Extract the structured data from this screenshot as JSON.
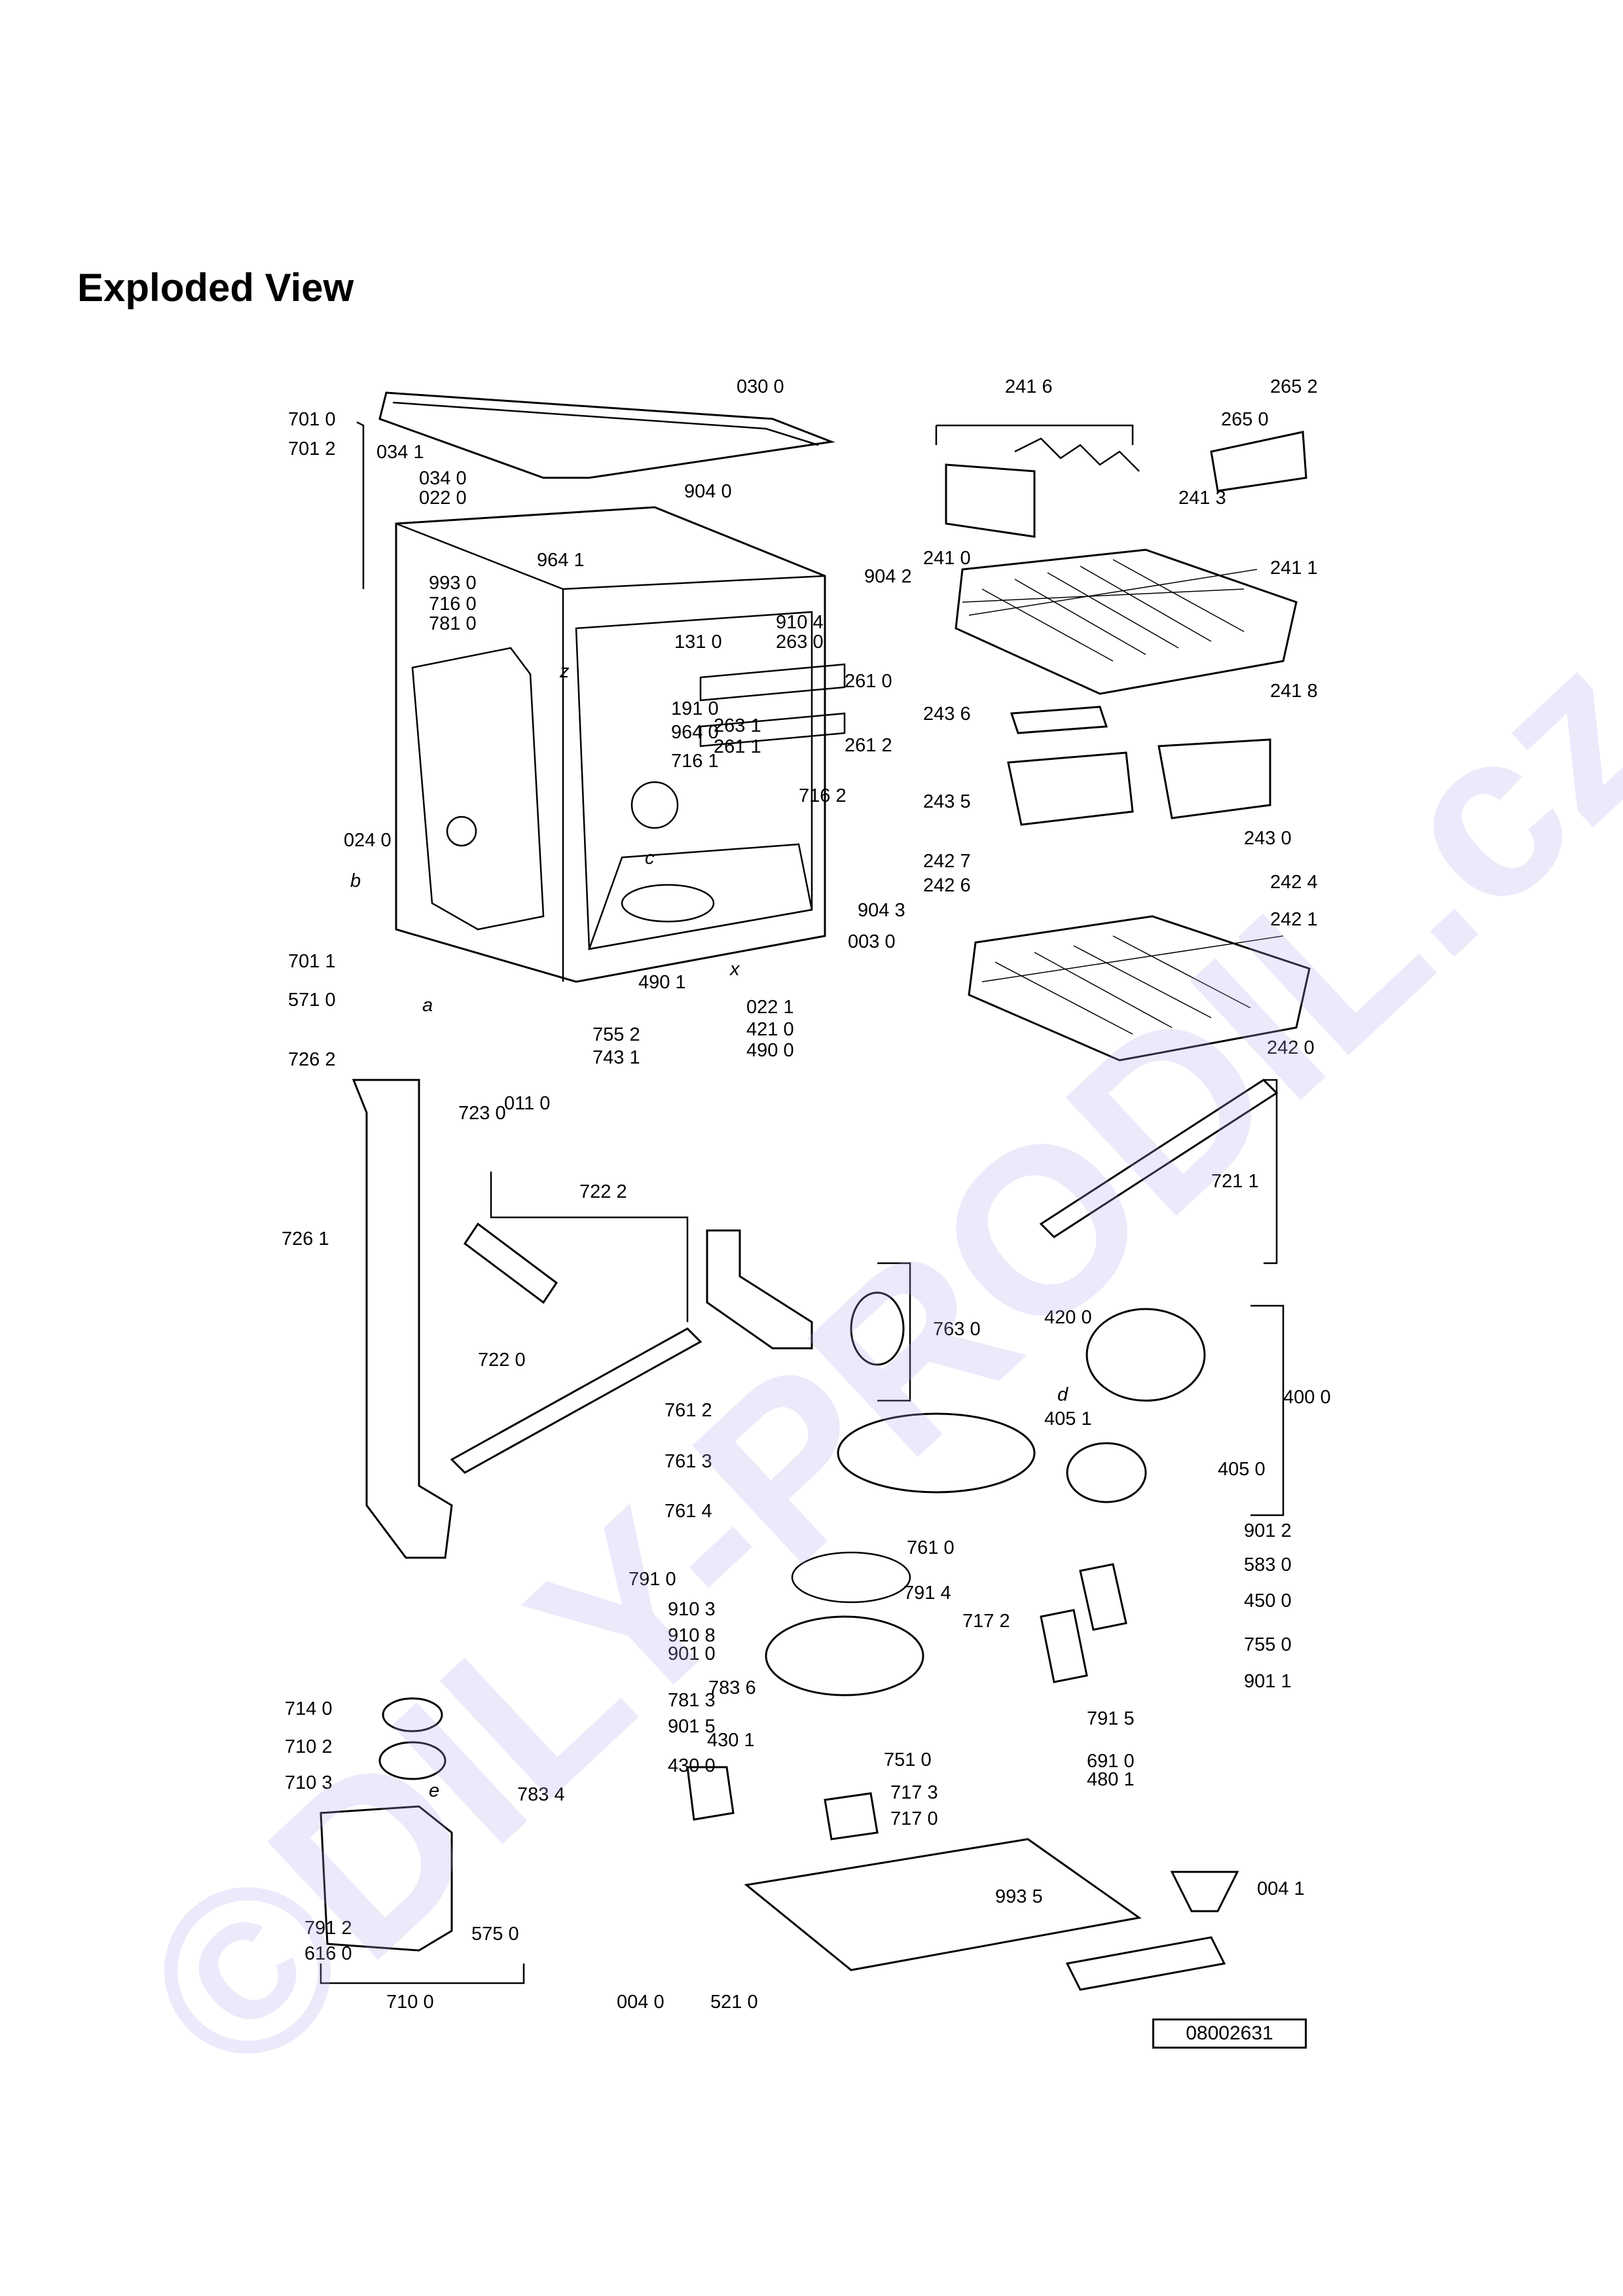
{
  "page_title": "Exploded View",
  "document_number": "08002631",
  "watermark_text": "©DILY-PRODIL.cz",
  "callouts": [
    "030 0",
    "701 0",
    "701 2",
    "034 1",
    "034 0",
    "022 0",
    "904 0",
    "964 1",
    "993 0",
    "716 0",
    "781 0",
    "131 0",
    "910 4",
    "263 0",
    "191 0",
    "964 0",
    "716 1",
    "716 2",
    "261 0",
    "263 1",
    "261 1",
    "261 2",
    "024 0",
    "904 3",
    "003 0",
    "701 1",
    "571 0",
    "490 1",
    "421 0",
    "490 0",
    "022 1",
    "755 2",
    "743 1",
    "011 0",
    "241 6",
    "265 2",
    "265 0",
    "241 3",
    "241 0",
    "904 2",
    "241 1",
    "241 8",
    "243 6",
    "243 5",
    "243 0",
    "242 7",
    "242 6",
    "242 4",
    "242 1",
    "242 0",
    "726 2",
    "723 0",
    "722 2",
    "726 1",
    "722 0",
    "721 1",
    "763 0",
    "420 0",
    "400 0",
    "405 1",
    "405 0",
    "761 2",
    "761 3",
    "761 4",
    "761 0",
    "791 0",
    "791 4",
    "717 2",
    "910 3",
    "910 8",
    "901 0",
    "783 6",
    "781 3",
    "901 5",
    "430 0",
    "430 1",
    "751 0",
    "717 3",
    "717 0",
    "714 0",
    "710 2",
    "710 3",
    "783 4",
    "791 2",
    "616 0",
    "575 0",
    "710 0",
    "901 2",
    "583 0",
    "450 0",
    "755 0",
    "901 1",
    "791 5",
    "691 0",
    "480 1",
    "993 5",
    "004 1",
    "004 0",
    "521 0"
  ],
  "letter_markers": [
    "a",
    "b",
    "c",
    "d",
    "e",
    "x",
    "z"
  ],
  "accent_colors": {
    "line": "#000000",
    "watermark": "#aaaaf0"
  }
}
